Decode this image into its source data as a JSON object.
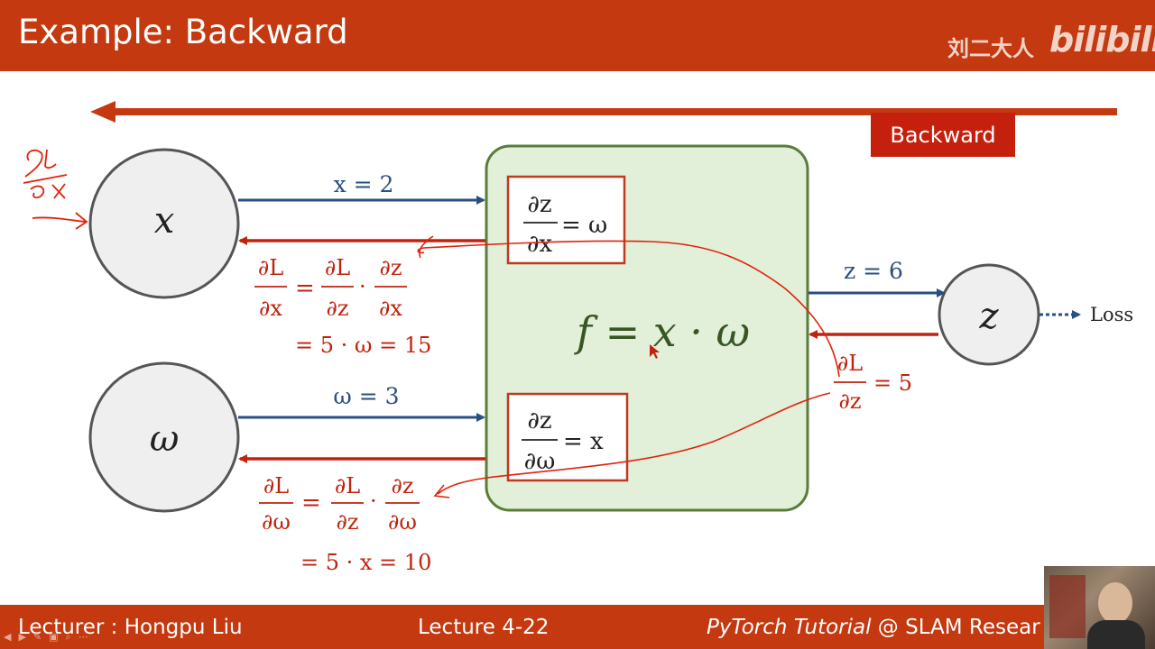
{
  "slide": {
    "title": "Example: Backward",
    "brand_name": "刘二大人",
    "brand_logo": "bilibili",
    "backward_label": "Backward",
    "loss_label": "Loss",
    "footer_left": "Lecturer : Hongpu Liu",
    "footer_mid": "Lecture 4-22",
    "footer_right_italic": "PyTorch Tutorial",
    "footer_right_rest": " @ SLAM Resear"
  },
  "nodes": {
    "x": "x",
    "w": "ω",
    "z": "z"
  },
  "labels": {
    "x_value": "x = 2",
    "w_value": "ω = 3",
    "z_value": "z = 6",
    "function": "f = x · ω",
    "dz": "∂z",
    "dx": "∂x",
    "dw": "∂ω",
    "dL": "∂L",
    "dz_den": "∂z",
    "eq_w": "= ω",
    "eq_x": "= x",
    "eq": "=",
    "dot": "·",
    "eq_5": "= 5",
    "x_result": "= 5 · ω = 15",
    "w_result": "= 5 · x = 10"
  },
  "colors": {
    "header": "#c4390f",
    "forward_arrow": "#2a4f82",
    "backward_arrow": "#c0230d",
    "box_fill": "#e2efd9",
    "box_stroke": "#5a7d3a",
    "node_fill": "#efefef",
    "node_stroke": "#555555"
  }
}
